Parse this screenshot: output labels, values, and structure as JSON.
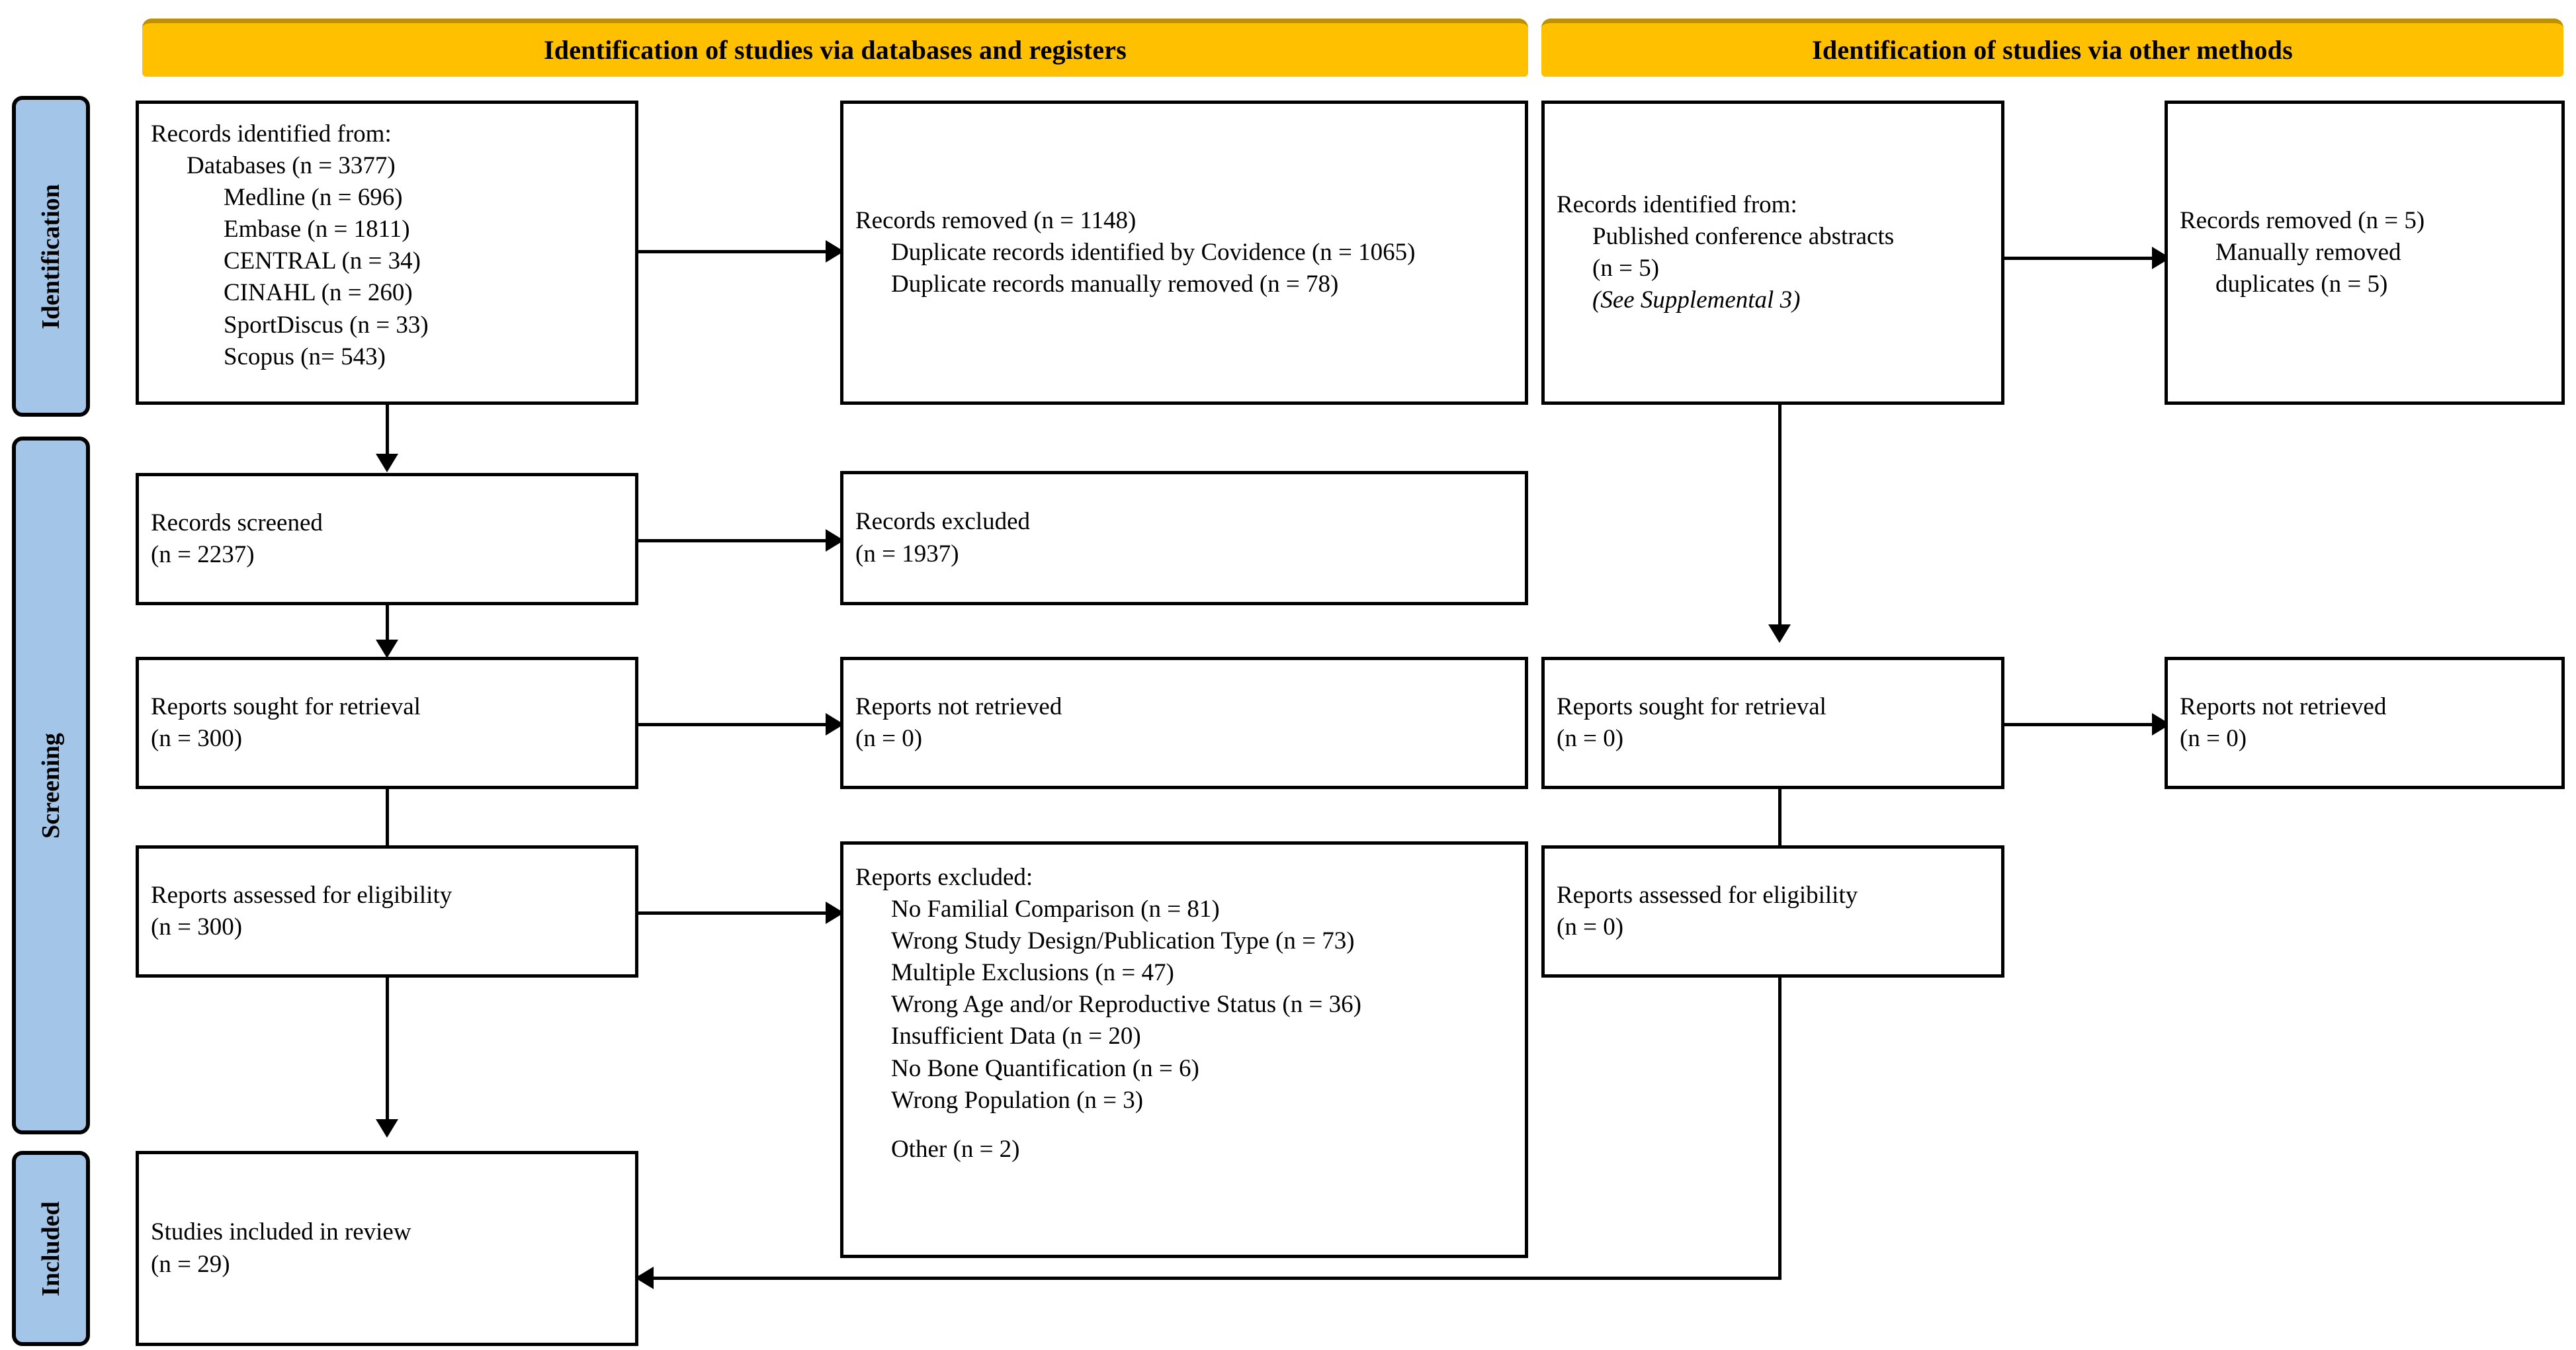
{
  "diagram": {
    "title": "PRISMA 2020 flow diagram",
    "colors": {
      "banner_fill": "#FFC000",
      "banner_top_edge": "#BF9000",
      "stage_label_fill": "#A3C6E8",
      "line": "#000000",
      "box_fill": "#FFFFFF"
    }
  },
  "banners": {
    "databases": "Identification of studies via databases and registers",
    "other": "Identification of studies via other methods"
  },
  "stage_labels": {
    "identification": "Identification",
    "screening": "Screening",
    "included": "Included"
  },
  "boxes": {
    "records_identified": {
      "title": "Records identified from:",
      "sub": "Databases (n = 3377)",
      "sources": [
        "Medline (n = 696)",
        "Embase (n = 1811)",
        "CENTRAL (n = 34)",
        "CINAHL (n = 260)",
        "SportDiscus (n = 33)",
        "Scopus (n= 543)"
      ]
    },
    "records_removed": {
      "title": "Records removed (n = 1148)",
      "items": [
        "Duplicate records identified by Covidence (n = 1065)",
        "Duplicate records manually removed (n = 78)"
      ]
    },
    "records_screened": {
      "title": "Records screened",
      "count": "(n = 2237)"
    },
    "records_excluded": {
      "title": "Records excluded",
      "count": "(n = 1937)"
    },
    "reports_sought": {
      "title": "Reports sought for retrieval",
      "count": "(n = 300)"
    },
    "reports_not_retrieved": {
      "title": "Reports not retrieved",
      "count": "(n = 0)"
    },
    "reports_assessed": {
      "title": "Reports assessed for eligibility",
      "count": "(n = 300)"
    },
    "reports_excluded": {
      "title": "Reports excluded:",
      "reasons": [
        "No Familial Comparison (n = 81)",
        "Wrong Study Design/Publication Type (n = 73)",
        "Multiple Exclusions (n = 47)",
        "Wrong Age and/or Reproductive Status (n = 36)",
        "Insufficient Data (n = 20)",
        "No Bone Quantification (n = 6)",
        "Wrong Population (n = 3)"
      ],
      "other": "Other (n = 2)"
    },
    "studies_included": {
      "title": "Studies included in review",
      "count": "(n = 29)"
    },
    "other_identified": {
      "title": "Records identified from:",
      "source": "Published conference abstracts",
      "count": "(n = 5)",
      "note": "(See Supplemental 3)"
    },
    "other_removed": {
      "title": "Records removed (n = 5)",
      "detail_line_1": "Manually removed",
      "detail_line_2": "duplicates (n = 5)"
    },
    "other_reports_sought": {
      "title": "Reports sought for retrieval",
      "count": "(n = 0)"
    },
    "other_reports_not_retrieved": {
      "title": "Reports not retrieved",
      "count": "(n = 0)"
    },
    "other_reports_assessed": {
      "title": "Reports assessed for eligibility",
      "count": "(n = 0)"
    }
  }
}
